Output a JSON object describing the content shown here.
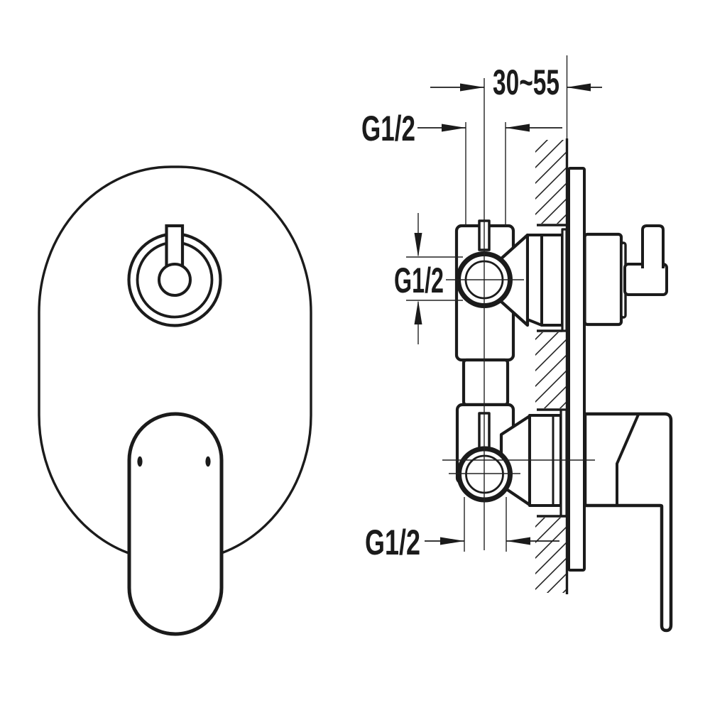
{
  "drawing": {
    "background": "#ffffff",
    "line_color": "#1b1b1b",
    "labels": {
      "wall_depth_range": "30~55",
      "top_connection": "G1/2",
      "side_connection": "G1/2",
      "bottom_connection": "G1/2"
    }
  }
}
